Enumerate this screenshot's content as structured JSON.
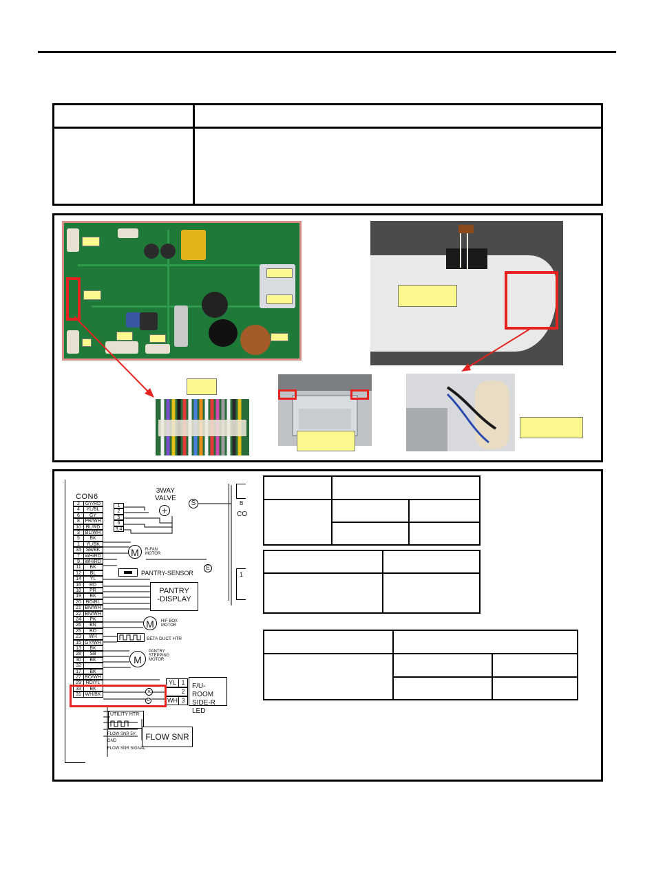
{
  "page": {
    "background": "#ffffff",
    "accent_red": "#e52421",
    "tag_yellow": "#fbf98e",
    "pcb_green": "#1f7a3a"
  },
  "wiring": {
    "connector_name": "CON6",
    "valve_label_line1": "3WAY",
    "valve_label_line2": "VALVE",
    "valve_symbol": "S",
    "cut_label": "CO",
    "valve_pins": [
      "1",
      "2",
      "5",
      "6",
      "3,4"
    ],
    "pins": [
      {
        "num": "2",
        "color": "GY/RD"
      },
      {
        "num": "4",
        "color": "YL/BL"
      },
      {
        "num": "6",
        "color": "GY"
      },
      {
        "num": "8",
        "color": "PR/WH"
      },
      {
        "num": "10",
        "color": "BL/RD"
      },
      {
        "num": "3",
        "color": "BL/WH"
      },
      {
        "num": "5",
        "color": "BK"
      },
      {
        "num": "1",
        "color": "YL/BK"
      },
      {
        "num": "34",
        "color": "SB/BK"
      },
      {
        "num": "7",
        "color": "WH/RD"
      },
      {
        "num": "9",
        "color": "WH/RD"
      },
      {
        "num": "11",
        "color": "BK"
      },
      {
        "num": "12",
        "color": "BL"
      },
      {
        "num": "14",
        "color": "YL"
      },
      {
        "num": "16",
        "color": "RD"
      },
      {
        "num": "18",
        "color": "PR"
      },
      {
        "num": "19",
        "color": "BK"
      },
      {
        "num": "20",
        "color": "BO/BL"
      },
      {
        "num": "21",
        "color": "BN/WH"
      },
      {
        "num": "22",
        "color": "BN/WH"
      },
      {
        "num": "24",
        "color": "PK"
      },
      {
        "num": "26",
        "color": "BN"
      },
      {
        "num": "25",
        "color": "BO"
      },
      {
        "num": "23",
        "color": "WH"
      },
      {
        "num": "15",
        "color": "GY/WH"
      },
      {
        "num": "13",
        "color": "BK"
      },
      {
        "num": "28",
        "color": "SB"
      },
      {
        "num": "30",
        "color": "BK"
      },
      {
        "num": "32",
        "color": ""
      },
      {
        "num": "17",
        "color": "BK"
      },
      {
        "num": "27",
        "color": "BO/WH"
      },
      {
        "num": "29",
        "color": "RD/YL"
      },
      {
        "num": "33",
        "color": "BK"
      },
      {
        "num": "31",
        "color": "WH/BK"
      }
    ],
    "motor_symbol": "M",
    "r_fan_line1": "R-FAN",
    "r_fan_line2": "MOTOR",
    "pantry_sensor": "PANTRY-SENSOR",
    "sensor_symbol": "E",
    "pantry_display_line1": "PANTRY",
    "pantry_display_line2": "-DISPLAY",
    "hf_box_line1": "H/F BOX",
    "hf_box_line2": "MOTOR",
    "beta_duct_htr": "BETA DUCT HTR",
    "pantry_stepping_line1": "PANTRY",
    "pantry_stepping_line2": "STEPPING",
    "pantry_stepping_line3": "MOTOR",
    "led_pins": [
      {
        "color": "YL",
        "num": "1"
      },
      {
        "color": "",
        "num": "2"
      },
      {
        "color": "WH",
        "num": "3"
      }
    ],
    "led_line1": "F/U-ROOM",
    "led_line2": "SIDE-R LED",
    "utility_htr": "UTILITY HTR",
    "flow_snr": "FLOW SNR",
    "flow_snr_5v": "FLOW SNR 5V",
    "flow_gnd": "GND",
    "flow_signal": "FLOW SNR SIGNAL",
    "relay_pin": "1",
    "relay_tag": "B"
  }
}
